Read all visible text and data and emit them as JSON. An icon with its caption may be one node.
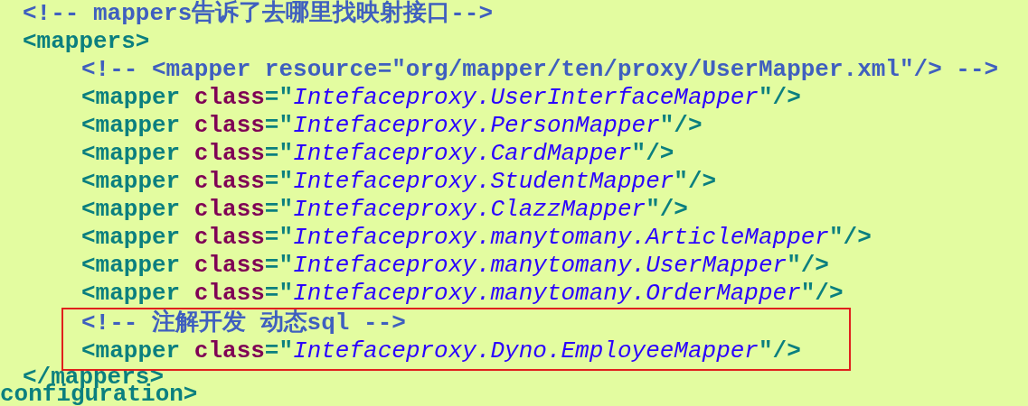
{
  "diagram": {
    "nodes": [
      {
        "text": [
          "<!-- 注解开发 动态sql -->",
          "<mapper class=\"Intefaceproxy.Dyno.EmployeeMapper\"/>"
        ]
      }
    ],
    "labels": [
      "<!-- mappers告诉了去哪里找映射接口-->",
      "<mappers>",
      "<!-- <mapper resource=\"org/mapper/ten/proxy/UserMapper.xml\"/> -->",
      "<mapper class=\"Intefaceproxy.UserInterfaceMapper\"/>",
      "<mapper class=\"Intefaceproxy.PersonMapper\"/>",
      "<mapper class=\"Intefaceproxy.CardMapper\"/>",
      "<mapper class=\"Intefaceproxy.StudentMapper\"/>",
      "<mapper class=\"Intefaceproxy.ClazzMapper\"/>",
      "<mapper class=\"Intefaceproxy.manytomany.ArticleMapper\"/>",
      "<mapper class=\"Intefaceproxy.manytomany.UserMapper\"/>",
      "<mapper class=\"Intefaceproxy.manytomany.OrderMapper\"/>",
      "</mappers>",
      "configuration>"
    ]
  }
}
